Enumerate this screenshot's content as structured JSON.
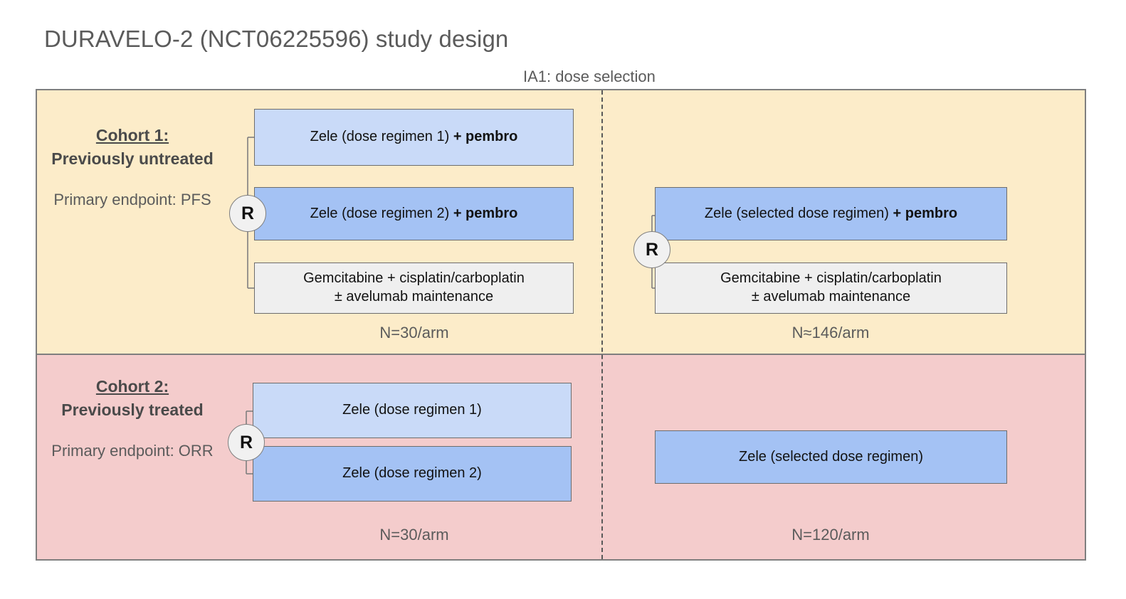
{
  "title": "DURAVELO-2 (NCT06225596) study design",
  "stage_divider_label": "IA1: dose selection",
  "randomization_symbol": "R",
  "colors": {
    "cohort1_panel": "#fcecc9",
    "cohort2_panel": "#f4cccc",
    "arm_blue_light": "#c9daf8",
    "arm_blue_dark": "#a4c2f4",
    "arm_gray": "#efefef",
    "border": "#7f7f7f",
    "text": "#3b3b3b"
  },
  "cohorts": [
    {
      "heading": "Cohort 1:",
      "subheading": "Previously untreated",
      "endpoint": "Primary endpoint: PFS",
      "stage1": {
        "n_label": "N=30/arm",
        "arms": [
          {
            "text_plain": "Zele (dose regimen 1) ",
            "text_bold": "+ pembro",
            "fill": "#c9daf8"
          },
          {
            "text_plain": "Zele (dose regimen 2) ",
            "text_bold": "+ pembro",
            "fill": "#a4c2f4"
          },
          {
            "line1": "Gemcitabine + cisplatin/carboplatin",
            "line2": "± avelumab maintenance",
            "fill": "#efefef"
          }
        ]
      },
      "stage2": {
        "n_label": "N≈146/arm",
        "arms": [
          {
            "text_plain": "Zele (selected dose regimen) ",
            "text_bold": "+ pembro",
            "fill": "#a4c2f4"
          },
          {
            "line1": "Gemcitabine + cisplatin/carboplatin",
            "line2": "± avelumab maintenance",
            "fill": "#efefef"
          }
        ]
      }
    },
    {
      "heading": "Cohort 2:",
      "subheading": "Previously treated",
      "endpoint": "Primary endpoint: ORR",
      "stage1": {
        "n_label": "N=30/arm",
        "arms": [
          {
            "text_plain": "Zele (dose regimen 1)",
            "fill": "#c9daf8"
          },
          {
            "text_plain": "Zele (dose regimen 2)",
            "fill": "#a4c2f4"
          }
        ]
      },
      "stage2": {
        "n_label": "N=120/arm",
        "arms": [
          {
            "text_plain": "Zele (selected dose regimen)",
            "fill": "#a4c2f4"
          }
        ]
      }
    }
  ]
}
